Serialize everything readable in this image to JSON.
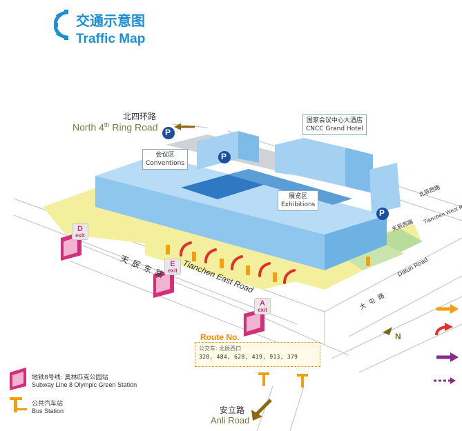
{
  "header": {
    "title_cn": "交通示意图",
    "title_en": "Traffic Map",
    "logo_icon": "gear-icon"
  },
  "roads": {
    "north_4th_ring_cn": "北四环路",
    "north_4th_ring_en_prefix": "North 4",
    "north_4th_ring_en_sup": "th",
    "north_4th_ring_en_suffix": " Ring Road",
    "tianchen_east_cn": "天辰东路",
    "tianchen_east_en": "Tianchen East Road",
    "anli_cn": "安立路",
    "anli_en": "Anli Road",
    "beichen_west_cn": "北辰西路",
    "tianchen_side_cn": "天辰西路",
    "tianchen_side_en": "Tianchen West Road",
    "datun_cn": "大屯路",
    "datun_en": "Datun Road"
  },
  "callouts": {
    "conventions_cn": "会议区",
    "conventions_en": "Conventions",
    "exhibitions_cn": "展览区",
    "exhibitions_en": "Exhibitions",
    "hotel_cn": "国家会议中心大酒店",
    "hotel_en": "CNCC Grand Hotel"
  },
  "exits": [
    {
      "letter": "D",
      "label": "exit"
    },
    {
      "letter": "E",
      "label": "exit"
    },
    {
      "letter": "A",
      "label": "exit"
    }
  ],
  "parking_label": "P",
  "route": {
    "title": "Route No.",
    "stop": "公交车: 北辰西口",
    "numbers": "328, 484, 628, 419, 913, 379"
  },
  "legend": {
    "subway_cn": "地铁8号线: 奥林匹克公园站",
    "subway_en": "Subway Line 8  Olympic Green Station",
    "bus_cn": "公共汽车站",
    "bus_en": "Bus Station"
  },
  "colors": {
    "brand_blue": "#1c8fd6",
    "building_blue": "#8ec6ee",
    "plaza_yellow": "#f4ef9c",
    "green_area": "#b9dc9b",
    "exit_magenta": "#d2307a",
    "arrow_orange": "#f0a010",
    "arrow_red": "#e0302a",
    "arrow_purple": "#8a2a8e"
  }
}
